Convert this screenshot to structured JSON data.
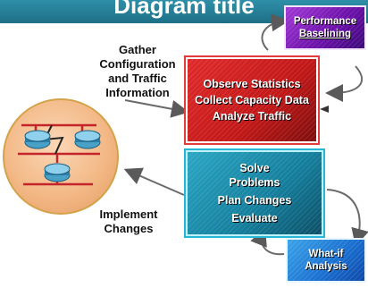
{
  "title": "Diagram title",
  "boxes": {
    "performance_baselining": {
      "line1": "Performance",
      "line2": "Baselining"
    },
    "observe": {
      "line1": "Observe Statistics",
      "line2": "Collect Capacity Data",
      "line3": "Analyze Traffic"
    },
    "solve": {
      "line1": "Solve",
      "line2": "Problems",
      "line3": "Plan Changes",
      "line4": "Evaluate"
    },
    "what_if": {
      "line1": "What-if",
      "line2": "Analysis"
    }
  },
  "labels": {
    "gather": [
      "Gather",
      "Configuration",
      "and Traffic",
      "Information"
    ],
    "implement": [
      "Implement",
      "Changes"
    ]
  },
  "colors": {
    "title_band": "#1d6f86",
    "purple_box": "#6a10a8",
    "red_box": "#c21818",
    "teal_box": "#147e9c",
    "blue_box": "#1a6fd0"
  }
}
